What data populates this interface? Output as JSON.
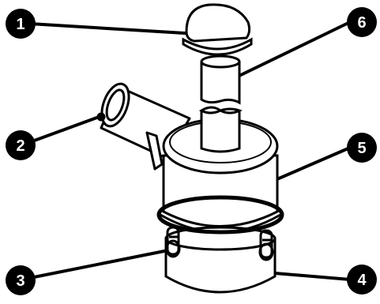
{
  "callouts": [
    {
      "number": "1",
      "part": "cap"
    },
    {
      "number": "2",
      "part": "inlet-pipe"
    },
    {
      "number": "3",
      "part": "retaining-clip"
    },
    {
      "number": "4",
      "part": "dust-cup"
    },
    {
      "number": "5",
      "part": "housing"
    },
    {
      "number": "6",
      "part": "intake-tube"
    }
  ],
  "colors": {
    "ink": "#000000",
    "fill": "#ffffff",
    "shadow": "#e8e8e8"
  }
}
